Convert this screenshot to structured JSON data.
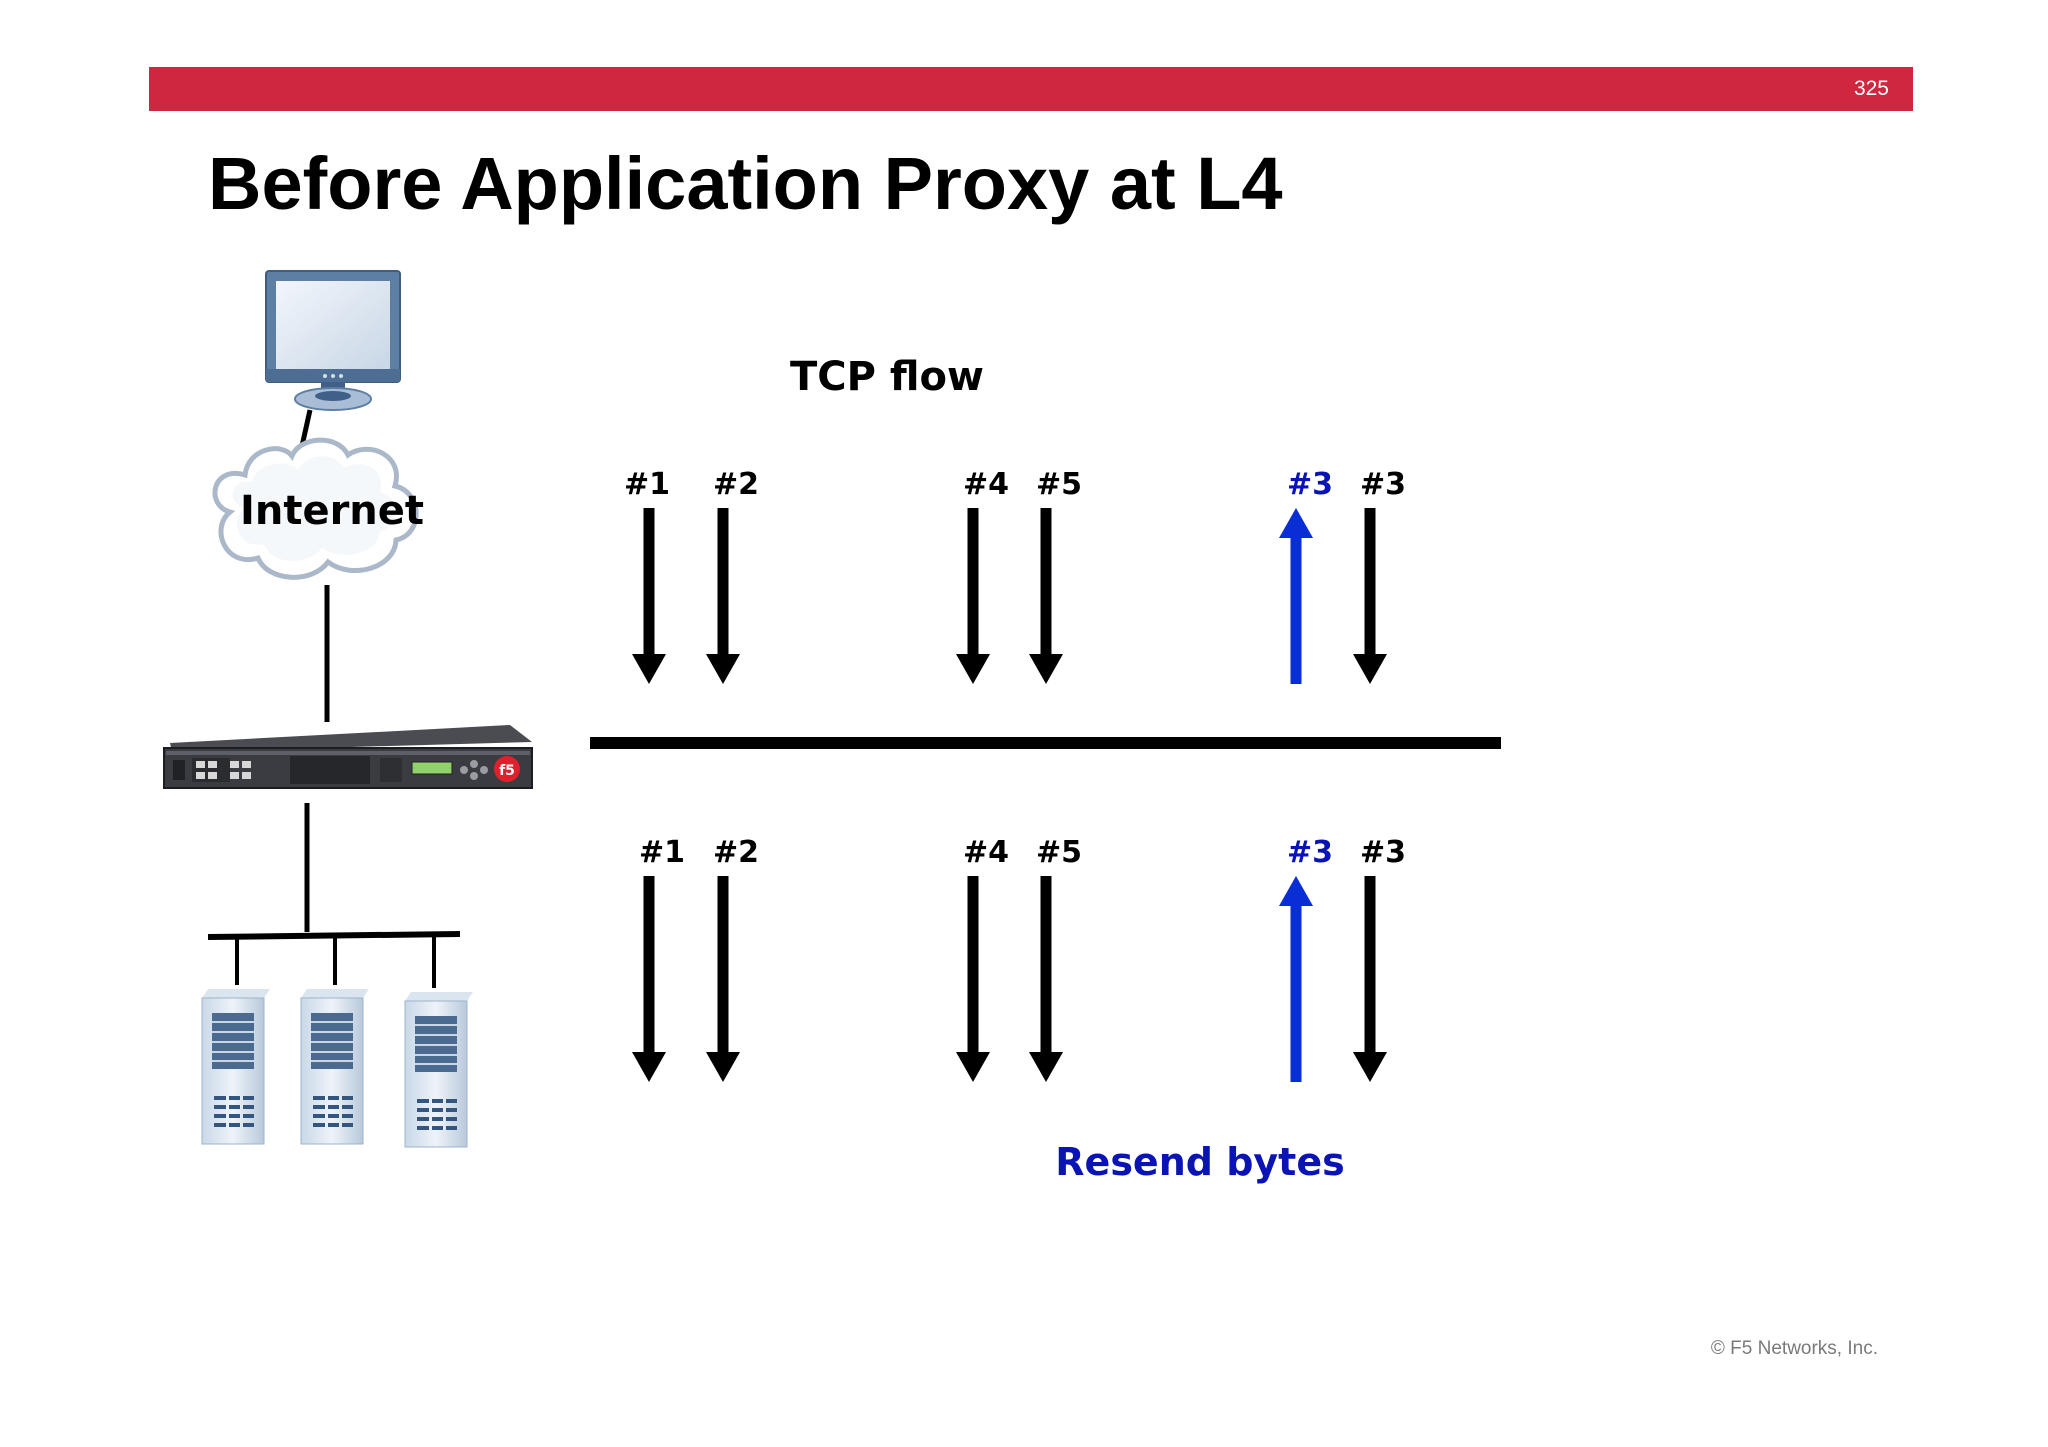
{
  "slide": {
    "page_number": "325",
    "title": "Before Application Proxy at L4",
    "footer": "© F5 Networks, Inc."
  },
  "diagram": {
    "cloud_label": "Internet",
    "flow_label": "TCP flow",
    "resend_label": "Resend bytes",
    "colors": {
      "accent_bar": "#cf2740",
      "resend_blue": "#0a2ed6",
      "resend_text": "#0a14b4"
    },
    "top_row": [
      {
        "label": "#1",
        "direction": "down",
        "color": "black"
      },
      {
        "label": "#2",
        "direction": "down",
        "color": "black"
      },
      {
        "label": "#4",
        "direction": "down",
        "color": "black"
      },
      {
        "label": "#5",
        "direction": "down",
        "color": "black"
      },
      {
        "label": "#3",
        "direction": "up",
        "color": "blue"
      },
      {
        "label": "#3",
        "direction": "down",
        "color": "black"
      }
    ],
    "bottom_row": [
      {
        "label": "#1",
        "direction": "down",
        "color": "black"
      },
      {
        "label": "#2",
        "direction": "down",
        "color": "black"
      },
      {
        "label": "#4",
        "direction": "down",
        "color": "black"
      },
      {
        "label": "#5",
        "direction": "down",
        "color": "black"
      },
      {
        "label": "#3",
        "direction": "up",
        "color": "blue"
      },
      {
        "label": "#3",
        "direction": "down",
        "color": "black"
      }
    ],
    "icons": [
      "monitor-icon",
      "cloud-icon",
      "f5-appliance-icon",
      "server-icon"
    ]
  }
}
